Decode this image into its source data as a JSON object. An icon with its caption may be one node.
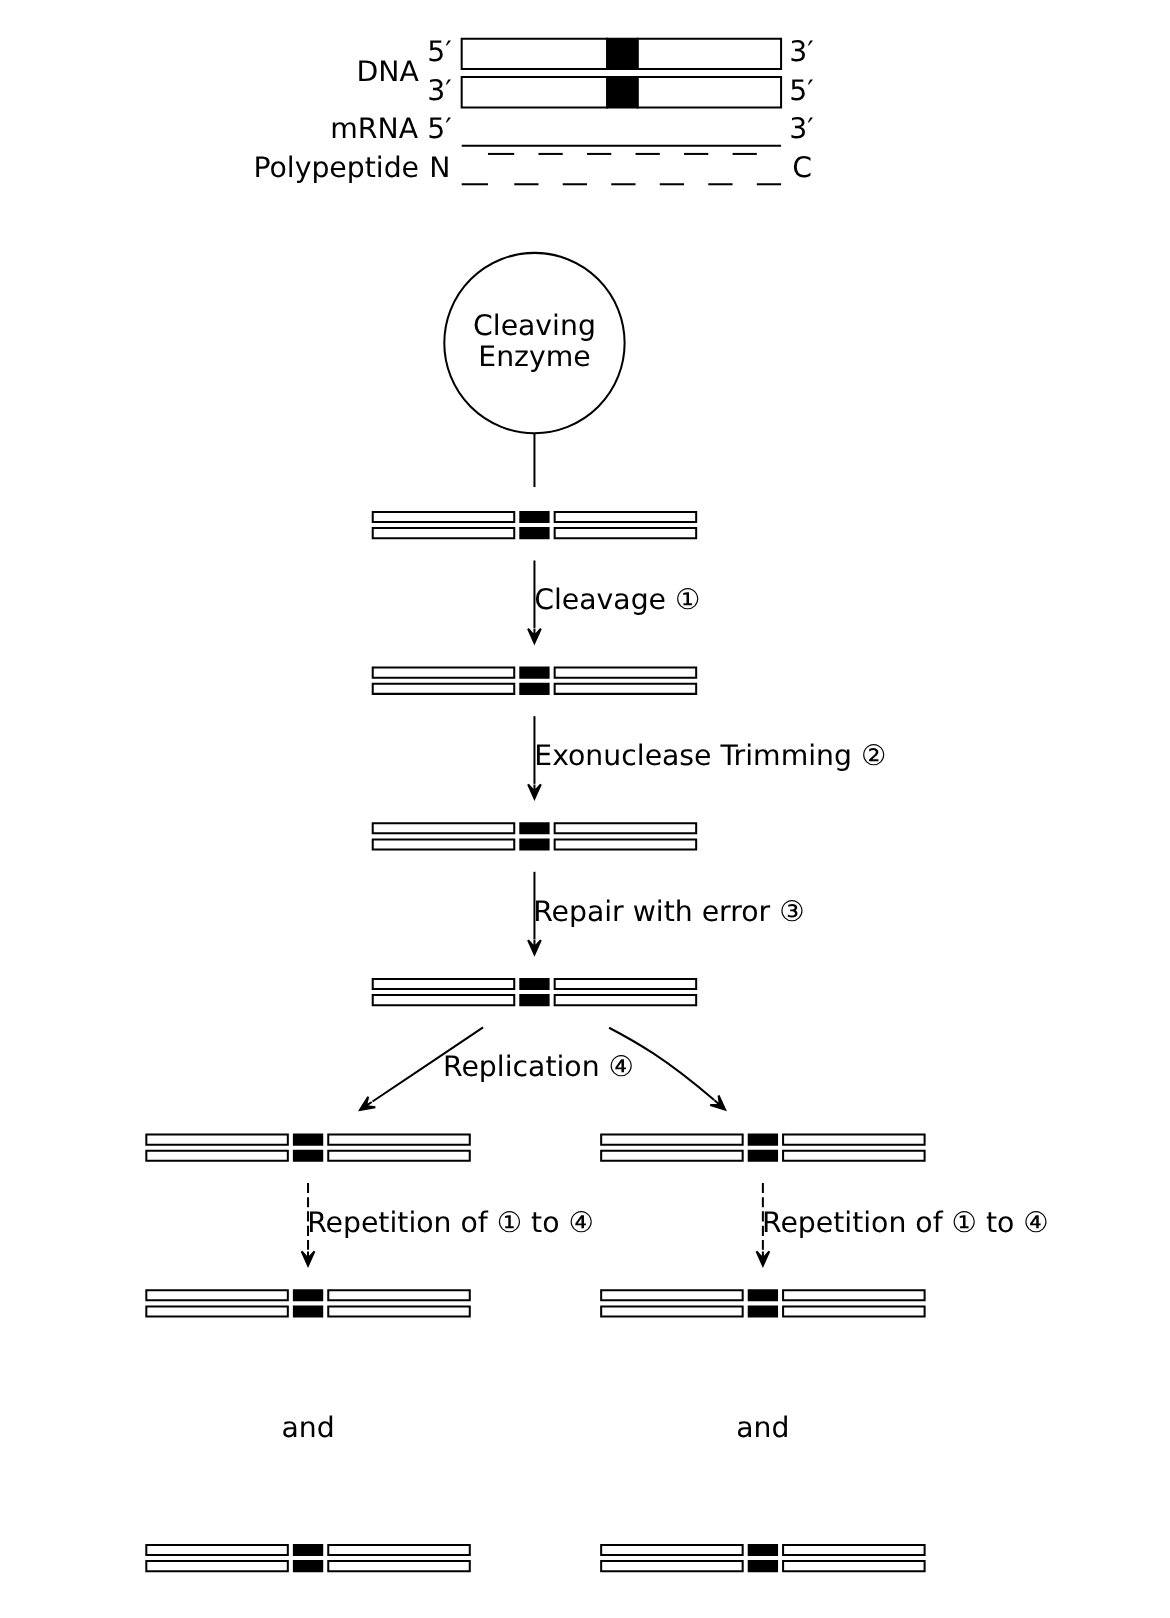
{
  "diagram": {
    "nodes": [
      {
        "text": [
          "Cleaving Enzyme"
        ]
      },
      {
        "text": [],
        "shape": "bar"
      },
      {
        "text": [],
        "shape": "bar"
      },
      {
        "text": [],
        "shape": "bar"
      },
      {
        "text": [],
        "shape": "bar"
      },
      {
        "text": [],
        "shape": "bar"
      },
      {
        "text": [],
        "shape": "bar"
      },
      {
        "text": [],
        "shape": "bar"
      },
      {
        "text": [],
        "shape": "bar"
      },
      {
        "text": [],
        "shape": "bar"
      },
      {
        "text": [],
        "shape": "bar"
      }
    ],
    "edges": [
      {
        "from": 0,
        "to": 1,
        "arrow": "none"
      },
      {
        "from": 1,
        "to": 2,
        "arrow": "to",
        "label": "Cleavage ①"
      },
      {
        "from": 2,
        "to": 3,
        "arrow": "to",
        "label": "Exonuclease Trimming ②"
      },
      {
        "from": 3,
        "to": 4,
        "arrow": "to",
        "label": "Repair with error ③"
      },
      {
        "from": 4,
        "to": 5,
        "arrow": "to",
        "label": "Replication ④"
      },
      {
        "from": 4,
        "to": 6,
        "arrow": "to"
      },
      {
        "from": 5,
        "to": 7,
        "arrow": "to",
        "style": "dashed",
        "label": "Repetition of ① to ④"
      },
      {
        "from": 6,
        "to": 9,
        "arrow": "to",
        "style": "dashed",
        "label": "Repetition of ① to ④"
      }
    ],
    "labels": [
      "DNA",
      "5′",
      "3′",
      "3′",
      "5′",
      "mRNA",
      "5′",
      "3′",
      "Polypeptide",
      "N",
      "C",
      "and",
      "and"
    ]
  }
}
